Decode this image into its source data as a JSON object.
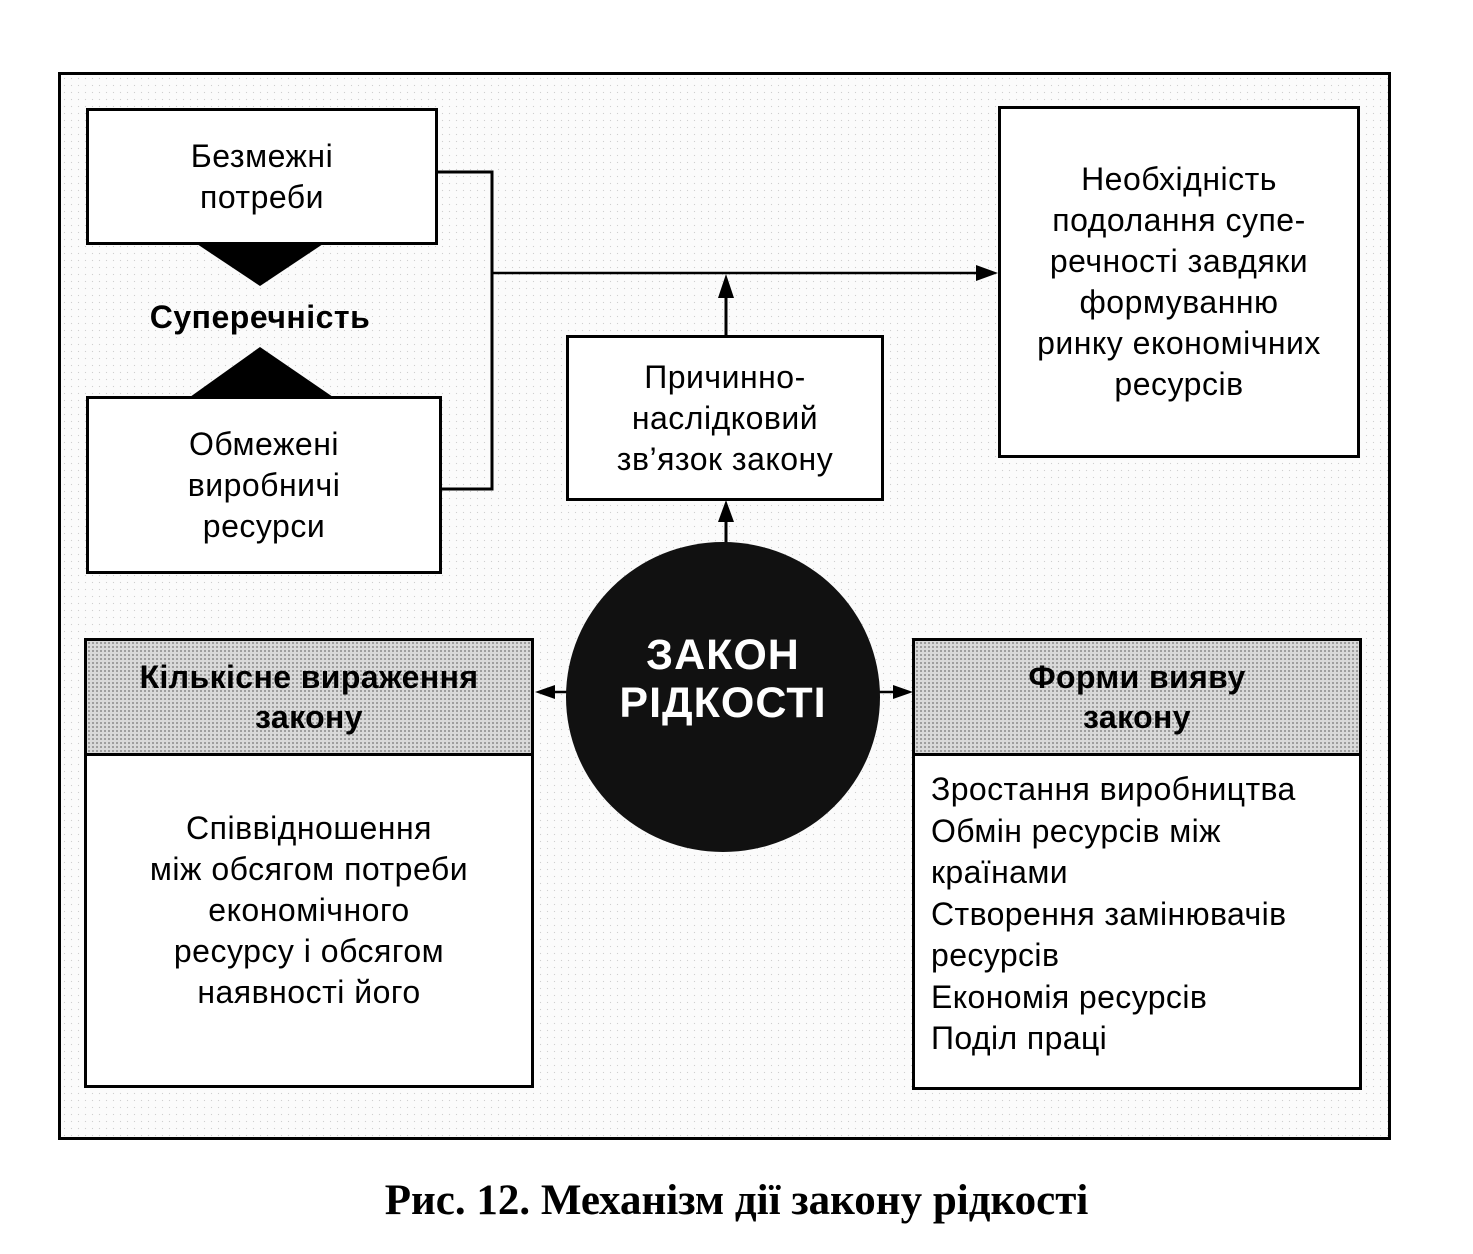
{
  "diagram": {
    "needs_box": "Безмежні\nпотреби",
    "contradiction_label": "Суперечність",
    "resources_box": "Обмежені\nвиробничі\nресурси",
    "causal_box": "Причинно-\nнаслідковий\nзв’язок закону",
    "necessity_box": "Необхідність\nподолання супе-\nречності завдяки\nформуванню\nринку економічних\nресурсів",
    "law_circle": {
      "line1": "ЗАКОН",
      "line2": "РІДКОСТІ"
    },
    "quantitative_panel": {
      "header": "Кількісне вираження\nзакону",
      "body": "Співвідношення\nміж обсягом потреби\nекономічного\nресурсу і обсягом\nнаявності його"
    },
    "forms_panel": {
      "header": "Форми вияву\nзакону",
      "items": [
        "Зростання виробництва",
        "Обмін ресурсів між",
        "країнами",
        "Створення замінювачів",
        "ресурсів",
        "Економія ресурсів",
        "Поділ праці"
      ]
    }
  },
  "caption": "Рис. 12. Механізм дії закону рідкості"
}
